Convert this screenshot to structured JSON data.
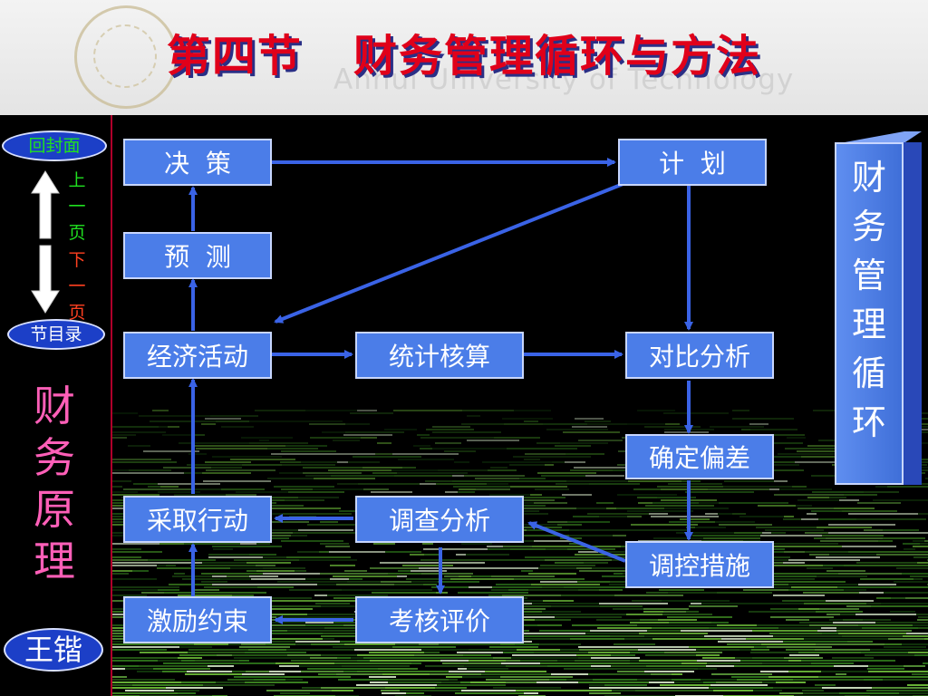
{
  "slide_title": "第四节   财务管理循环与方法",
  "watermark_text": "Anhui University of Technology",
  "sidebar": {
    "cover_button": "回封面",
    "prev_label": "上一页",
    "next_label": "下一页",
    "toc_button": "节目录",
    "course_title": "财务原理",
    "author_button": "王锴"
  },
  "diagram": {
    "nodes": {
      "decision": "决  策",
      "plan": "计  划",
      "forecast": "预  测",
      "economic_activity": "经济活动",
      "statistical_accounting": "统计核算",
      "comparative_analysis": "对比分析",
      "determine_deviation": "确定偏差",
      "take_action": "采取行动",
      "investigation_analysis": "调查分析",
      "control_measures": "调控措施",
      "incentive_constraint": "激励约束",
      "assessment_evaluation": "考核评价"
    },
    "cycle_label": "财务管理循环"
  },
  "colors": {
    "title_red": "#e0001a",
    "node_blue": "#4b7de8",
    "arrow_blue": "#3a63e6",
    "sidebar_pink": "#ff5fb8",
    "nav_green": "#20e020",
    "nav_red": "#ff4020"
  }
}
